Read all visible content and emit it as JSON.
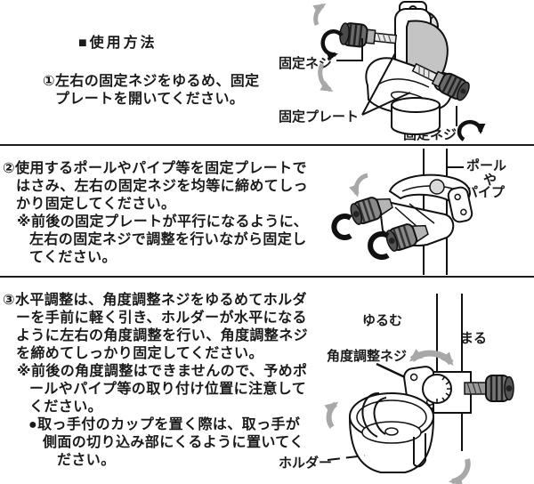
{
  "document": {
    "title": "■使用方法"
  },
  "colors": {
    "text": "#1a1a1a",
    "background": "#ffffff",
    "arrow_gray": "#a8a8a8",
    "shade_gray": "#c4c4c4"
  },
  "sections": [
    {
      "name": "step-1",
      "lines": [
        "①左右の固定ネジをゆるめ、固定",
        "プレートを開いてください。"
      ],
      "callouts": {
        "screw_top": "固定ネジ",
        "plate": "固定プレート",
        "screw_bottom": "固定ネジ"
      }
    },
    {
      "name": "step-2",
      "lines": [
        "②使用するポールやパイプ等を固定プレートで",
        "はさみ、左右の固定ネジを均等に締めてしっ",
        "かり固定してください。",
        "※前後の固定プレートが平行になるように、",
        "左右の固定ネジで調整を行いながら固定し",
        "てください。"
      ],
      "callouts": {
        "pole_line1": "ポール",
        "pole_line2": "や",
        "pole_line3": "パイプ"
      }
    },
    {
      "name": "step-3",
      "lines": [
        "③水平調整は、角度調整ネジをゆるめてホルダ",
        "ーを手前に軽く引き、ホルダーが水平になる",
        "ように左右の角度調整を行い、角度調整ネジ",
        "を締めてしっかり固定してください。",
        "※前後の角度調整はできませんので、予めポ",
        "ールやパイプ等の取り付け位置に注意して",
        "ください。",
        "●取っ手付のカップを置く際は、取っ手が",
        "側面の切り込み部にくるように置いてく",
        "ださい。"
      ],
      "callouts": {
        "loosen": "ゆるむ",
        "tighten": "しまる",
        "angle_screw": "角度調整ネジ",
        "holder": "ホルダー"
      }
    }
  ]
}
